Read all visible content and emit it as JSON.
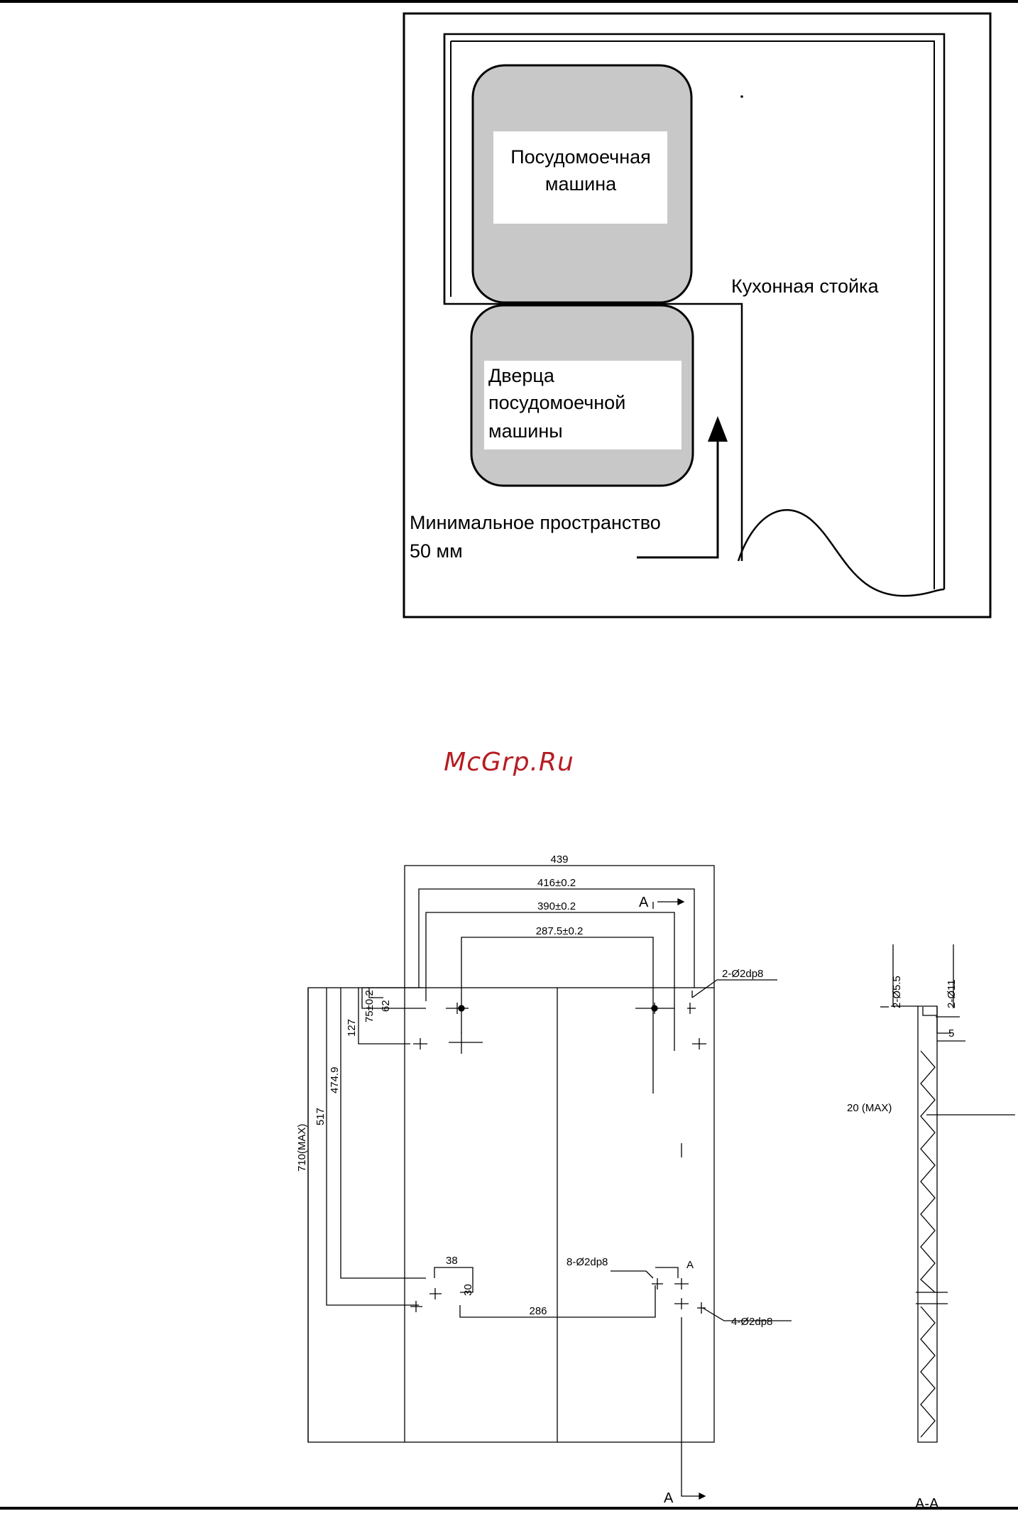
{
  "layout_diagram": {
    "dishwasher_label_line1": "Посудомоечная",
    "dishwasher_label_line2": "машина",
    "door_label_line1": "Дверца",
    "door_label_line2": "посудомоечной",
    "door_label_line3": "машины",
    "counter_label": "Кухонная стойка",
    "min_space_line1": "Минимальное пространство",
    "min_space_line2": "50 мм",
    "fill_color": "#c8c8c8"
  },
  "watermark": {
    "text": "McGrp.Ru",
    "color": "#b51d22"
  },
  "drawing": {
    "dim_439": "439",
    "dim_416": "416±0.2",
    "dim_390": "390±0.2",
    "dim_287": "287.5±0.2",
    "dim_75": "75±0.2",
    "dim_62": "62",
    "dim_127": "127",
    "dim_474": "474.9",
    "dim_517": "517",
    "dim_710": "710(MAX)",
    "dim_38": "38",
    "dim_30": "30",
    "dim_286": "286",
    "hole_top": "2-Ø2dp8",
    "hole_mid": "8-Ø2dp8",
    "hole_low": "4-Ø2dp8",
    "section_mark": "A",
    "sec_d55": "2-Ø5.5",
    "sec_d11": "2-Ø11",
    "sec_5": "5",
    "sec_20": "20 (MAX)",
    "section_title": "A-A"
  }
}
